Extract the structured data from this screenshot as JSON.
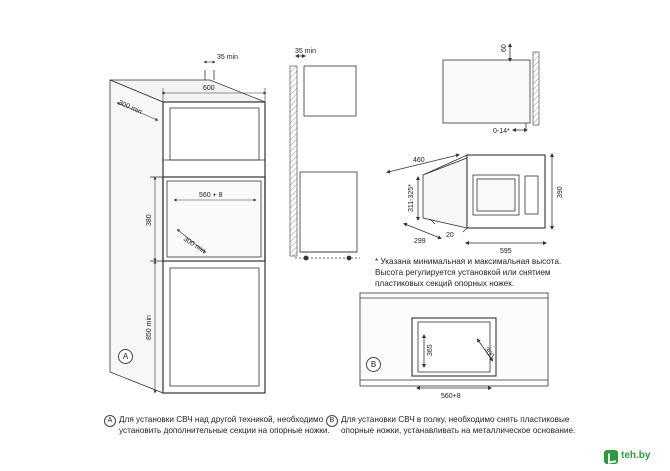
{
  "dims": {
    "a_top_gap": "35 min",
    "a_width": "600",
    "a_depth": "300 min",
    "a_inner_width": "560 + 8",
    "a_inner_height": "380",
    "a_inner_depth": "300 min",
    "a_bottom_height": "850 min",
    "side_gap": "35 min",
    "t_height": "60",
    "t_offset": "0-14*",
    "m_depth": "460",
    "m_height_range": "311-325*",
    "m_height": "390",
    "m_width": "595",
    "m_foot_depth": "299",
    "m_foot": "20",
    "b_height": "365",
    "b_depth": "300",
    "b_width": "560+8"
  },
  "labels": {
    "tag_a": "A",
    "tag_b": "B"
  },
  "notes": {
    "height_note_line1": "* Указана минимальная и максимальная высота.",
    "height_note_line2": "Высота регулируется установкой или снятием",
    "height_note_line3": "пластиковых секций опорных ножек.",
    "a_note_line1": "Для установки СВЧ над другой техникой, необходимо",
    "a_note_line2": "установить дополнительные секции на опорные ножки.",
    "b_note_line1": "Для установки СВЧ в полку, необходимо снять пластиковые",
    "b_note_line2": "опорные ножки, устанавливать на металлическое основание."
  },
  "watermark": {
    "text": "teh.by",
    "color": "#2a9d3a"
  }
}
